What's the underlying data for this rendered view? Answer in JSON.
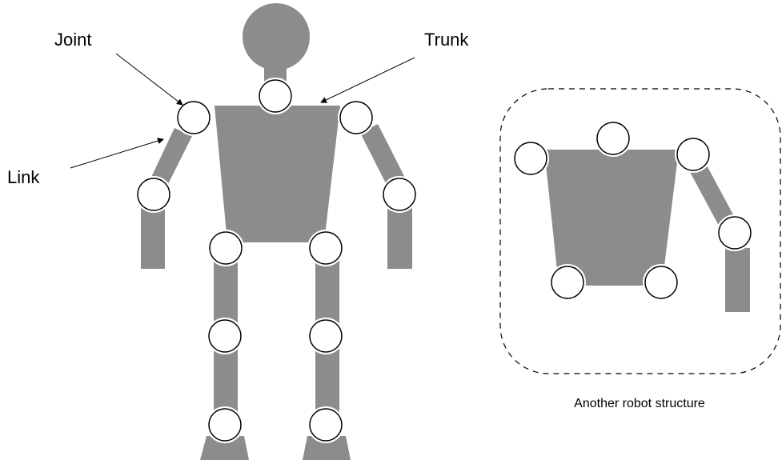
{
  "labels": {
    "joint": "Joint",
    "trunk": "Trunk",
    "link": "Link",
    "caption": "Another robot structure"
  },
  "colors": {
    "body": "#8c8c8c",
    "joint_fill": "#ffffff",
    "joint_stroke": "#000000",
    "arrow": "#000000",
    "dashed_border": "#000000"
  }
}
